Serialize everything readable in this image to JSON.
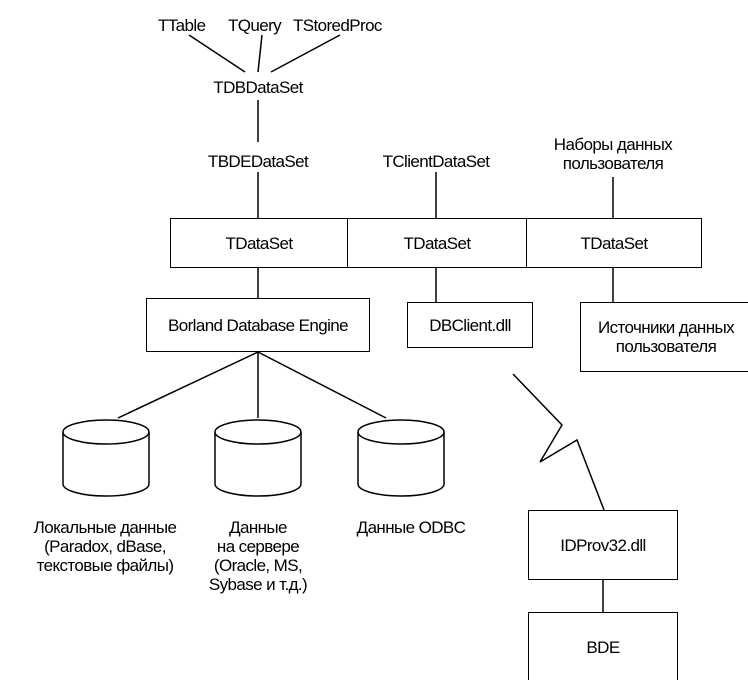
{
  "sources": {
    "ttable": "TTable",
    "tquery": "TQuery",
    "tstoredproc": "TStoredProc"
  },
  "tdbdataset": "TDBDataSet",
  "tbdedataset": "TBDEDataSet",
  "tclientdataset": "TClientDataSet",
  "user_datasets": [
    "Наборы данных",
    "пользователя"
  ],
  "tdataset_row": [
    "TDataSet",
    "TDataSet",
    "TDataSet"
  ],
  "bde_engine": "Borland Database Engine",
  "dbclient": "DBClient.dll",
  "user_sources": [
    "Источники данных",
    "пользователя"
  ],
  "databases": {
    "local": [
      "Локальные данные",
      "(Paradox, dBase,",
      "текстовые файлы)"
    ],
    "server": [
      "Данные",
      "на сервере",
      "(Oracle, MS,",
      "Sybase и т.д.)"
    ],
    "odbc": "Данные ODBC"
  },
  "idprov": "IDProv32.dll",
  "bde": "BDE",
  "colors": {
    "line": "#000000",
    "background": "#ffffff"
  }
}
